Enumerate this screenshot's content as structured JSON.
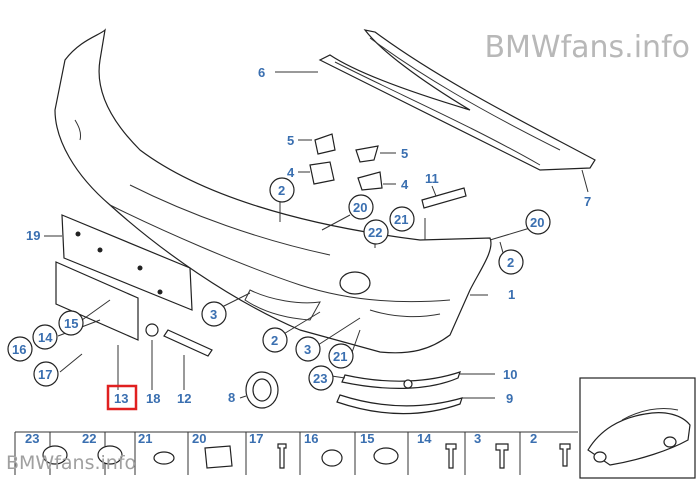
{
  "watermark": {
    "top": "BMWfans.info",
    "bottom": "BMWfans.info"
  },
  "highlight_color": "#e02020",
  "label_color": "#3a6fb0",
  "callouts": {
    "c1": "1",
    "c2a": "2",
    "c2b": "2",
    "c2c": "2",
    "c3a": "3",
    "c3b": "3",
    "c4a": "4",
    "c4b": "4",
    "c5a": "5",
    "c5b": "5",
    "c6": "6",
    "c7": "7",
    "c8": "8",
    "c9": "9",
    "c10": "10",
    "c11": "11",
    "c12": "12",
    "c13": "13",
    "c14": "14",
    "c15": "15",
    "c16": "16",
    "c17": "17",
    "c18": "18",
    "c19": "19",
    "c20a": "20",
    "c20b": "20",
    "c21a": "21",
    "c21b": "21",
    "c22": "22",
    "c23": "23"
  },
  "strip_labels": [
    "23",
    "22",
    "21",
    "20",
    "17",
    "16",
    "15",
    "14",
    "3",
    "2"
  ]
}
